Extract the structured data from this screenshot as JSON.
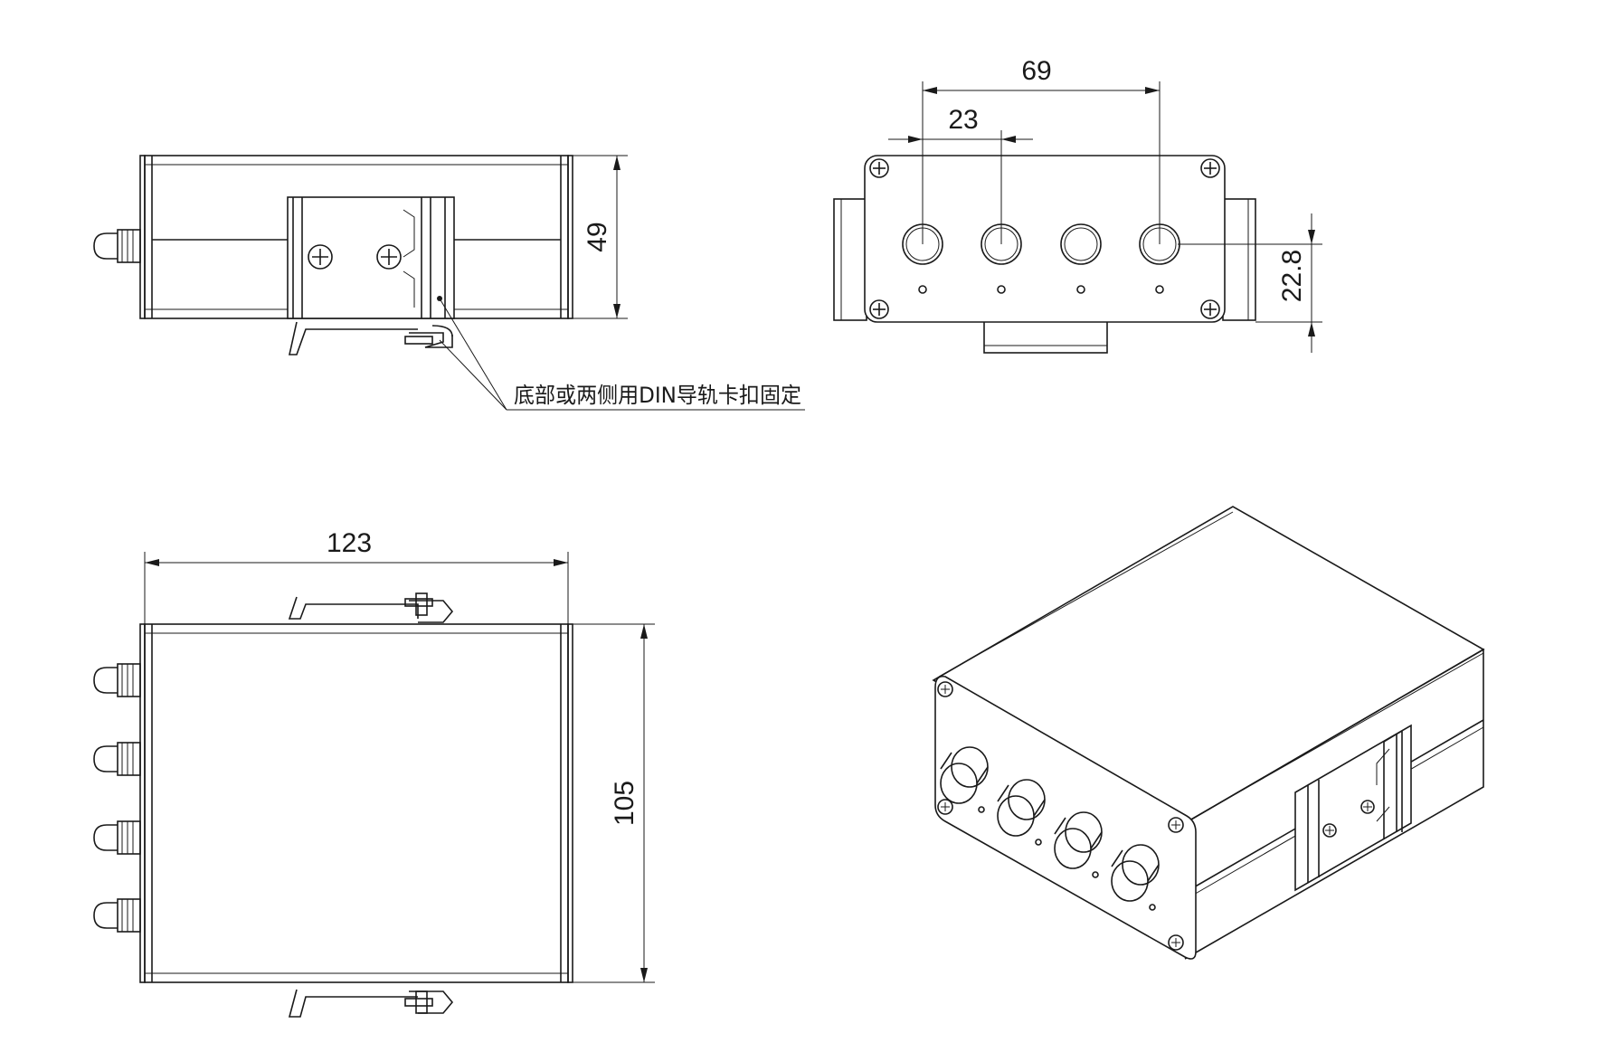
{
  "dimensions": {
    "front_height": "49",
    "end_spacing_total": "69",
    "end_spacing_pitch": "23",
    "end_connector_height": "22.8",
    "top_width": "123",
    "top_depth": "105"
  },
  "annotation": {
    "din_rail_note": "底部或两侧用DIN导轨卡扣固定"
  },
  "colors": {
    "line": "#1a1a1a",
    "background": "#ffffff"
  }
}
